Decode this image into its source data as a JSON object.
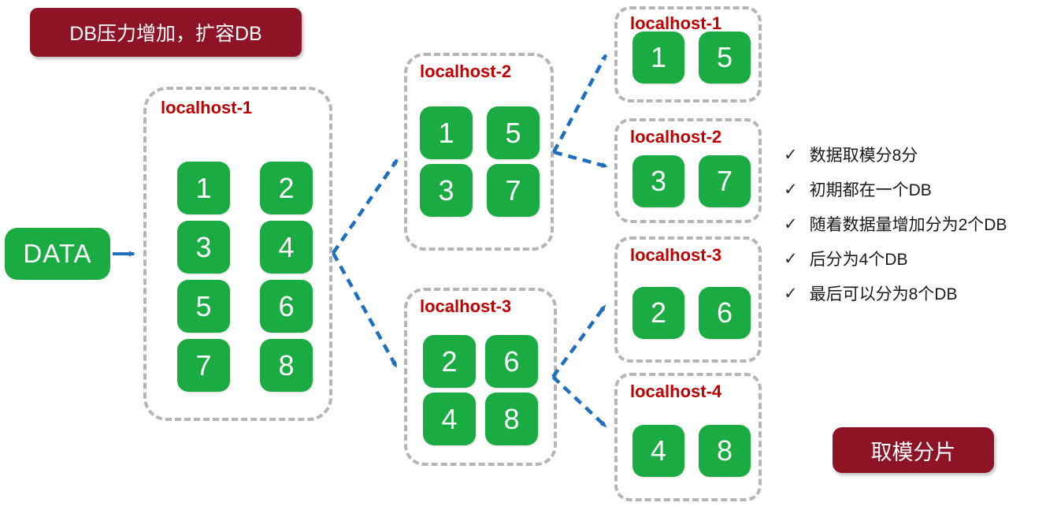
{
  "banners": {
    "top": "DB压力增加，扩容DB",
    "bottom": "取模分片"
  },
  "data_box": {
    "label": "DATA"
  },
  "stage1": {
    "label": "localhost-1",
    "shards": [
      "1",
      "2",
      "3",
      "4",
      "5",
      "6",
      "7",
      "8"
    ]
  },
  "stage2": [
    {
      "label": "localhost-2",
      "shards": [
        "1",
        "5",
        "3",
        "7"
      ]
    },
    {
      "label": "localhost-3",
      "shards": [
        "2",
        "6",
        "4",
        "8"
      ]
    }
  ],
  "stage3": [
    {
      "label": "localhost-1",
      "shards": [
        "1",
        "5"
      ]
    },
    {
      "label": "localhost-2",
      "shards": [
        "3",
        "7"
      ]
    },
    {
      "label": "localhost-3",
      "shards": [
        "2",
        "6"
      ]
    },
    {
      "label": "localhost-4",
      "shards": [
        "4",
        "8"
      ]
    }
  ],
  "checklist": {
    "check_glyph": "✓",
    "items": [
      "数据取模分8分",
      "初期都在一个DB",
      "随着数据量增加分为2个DB",
      "后分为4个DB",
      "最后可以分为8个DB"
    ]
  },
  "colors": {
    "shard_green": "#1aab42",
    "banner_dark_red": "#8e1325",
    "host_label_red": "#c00000",
    "arrow_blue": "#1e6fc0",
    "container_border_gray": "#b5b5b5"
  }
}
